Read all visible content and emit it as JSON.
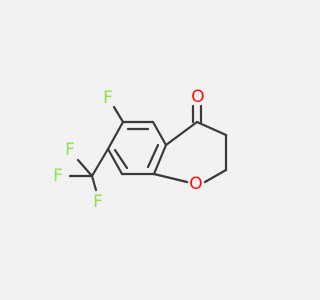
{
  "molecule": {
    "atoms": [
      {
        "id": "O_carbonyl",
        "label": "O",
        "color": "#ff0d0d"
      },
      {
        "id": "O_ring",
        "label": "O",
        "color": "#ff0d0d"
      },
      {
        "id": "F_aryl",
        "label": "F",
        "color": "#90e050"
      },
      {
        "id": "F_cf3_1",
        "label": "F",
        "color": "#90e050"
      },
      {
        "id": "F_cf3_2",
        "label": "F",
        "color": "#90e050"
      },
      {
        "id": "F_cf3_3",
        "label": "F",
        "color": "#90e050"
      }
    ],
    "bond_color": "#3a3a3a",
    "background": "#f2f2f2"
  }
}
